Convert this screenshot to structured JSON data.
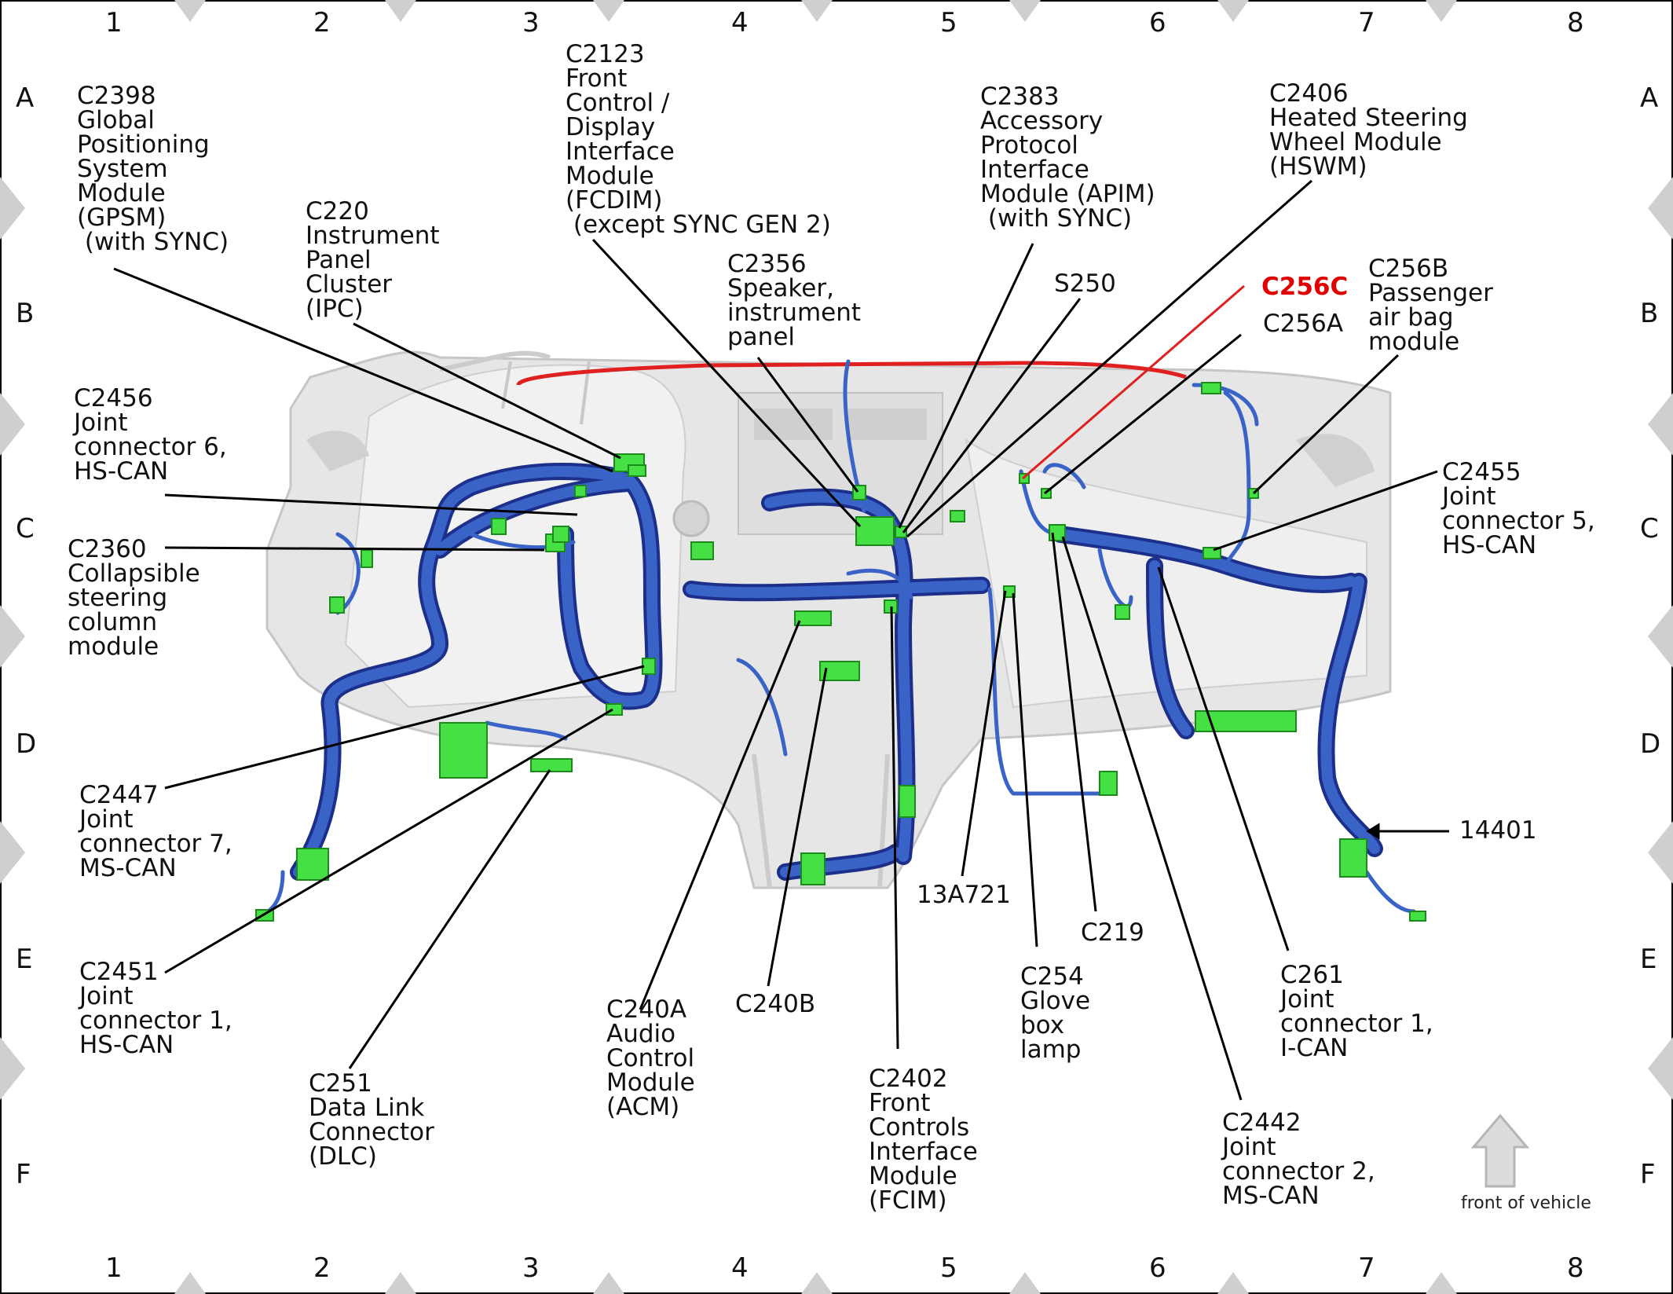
{
  "grid": {
    "columns": [
      "1",
      "2",
      "3",
      "4",
      "5",
      "6",
      "7",
      "8"
    ],
    "rows": [
      "A",
      "B",
      "C",
      "D",
      "E",
      "F"
    ]
  },
  "labels": {
    "c2398": "C2398\nGlobal\nPositioning\nSystem\nModule\n(GPSM)\n (with SYNC)",
    "c220": "C220\nInstrument\nPanel\nCluster\n(IPC)",
    "c2123": "C2123\nFront\nControl /\nDisplay\nInterface\nModule\n(FCDIM)\n (except SYNC GEN 2)",
    "c2356": "C2356\nSpeaker,\ninstrument\npanel",
    "c2383": "C2383\nAccessory\nProtocol\nInterface\nModule (APIM)\n (with SYNC)",
    "s250": "S250",
    "c2406": "C2406\nHeated Steering\nWheel Module\n(HSWM)",
    "c256c": "C256C",
    "c256a": "C256A",
    "c256b": "C256B\nPassenger\nair bag\nmodule",
    "c2456": "C2456\nJoint\nconnector 6,\nHS-CAN",
    "c2360": "C2360\nCollapsible\nsteering\ncolumn\nmodule",
    "c2455": "C2455\nJoint\nconnector 5,\nHS-CAN",
    "c2447": "C2447\nJoint\nconnector 7,\nMS-CAN",
    "c14401": "14401",
    "c13a721": "13A721",
    "c219": "C219",
    "c2451": "C2451\nJoint\nconnector 1,\nHS-CAN",
    "c240b": "C240B",
    "c254": "C254\nGlove\nbox\nlamp",
    "c261": "C261\nJoint\nconnector 1,\nI-CAN",
    "c240a": "C240A\nAudio\nControl\nModule\n(ACM)",
    "c251": "C251\nData Link\nConnector\n(DLC)",
    "c2402": "C2402\nFront\nControls\nInterface\nModule\n(FCIM)",
    "c2442": "C2442\nJoint\nconnector 2,\nMS-CAN",
    "front_of_vehicle": "front of vehicle"
  },
  "colors": {
    "harness": "#3a63c8",
    "harness_dark": "#1c2f8a",
    "connector": "#44e044",
    "red_wire": "#e02020",
    "dash_fill": "#e4e4e4",
    "dash_edge": "#c8c8c8",
    "border_diamond": "#cfcfcf"
  }
}
